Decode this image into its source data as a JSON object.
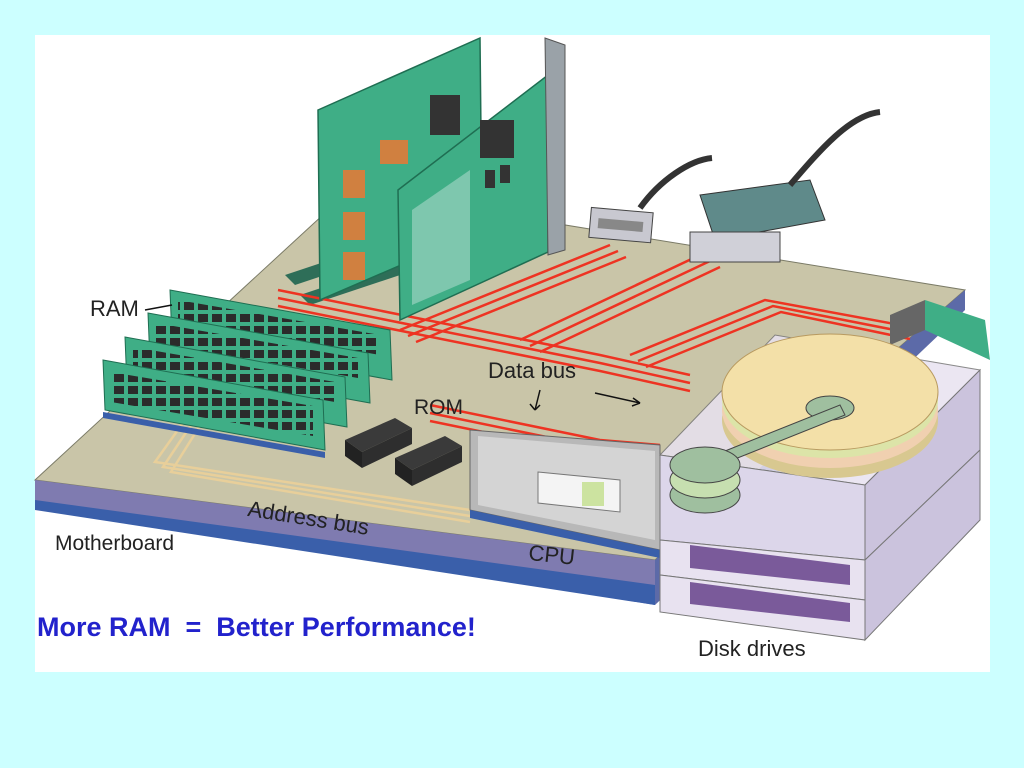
{
  "diagram": {
    "labels": {
      "ram": "RAM",
      "rom": "ROM",
      "data_bus": "Data bus",
      "address_bus": "Address bus",
      "cpu": "CPU",
      "motherboard": "Motherboard",
      "disk_drives": "Disk drives"
    },
    "caption": "More RAM  =  Better Performance!"
  },
  "colors": {
    "background": "#ccffff",
    "board": "#c9c5a8",
    "board_edge": "#3a5faa",
    "bus_red": "#ee3322",
    "card_green": "#3fae86",
    "caption": "#2222cc"
  }
}
